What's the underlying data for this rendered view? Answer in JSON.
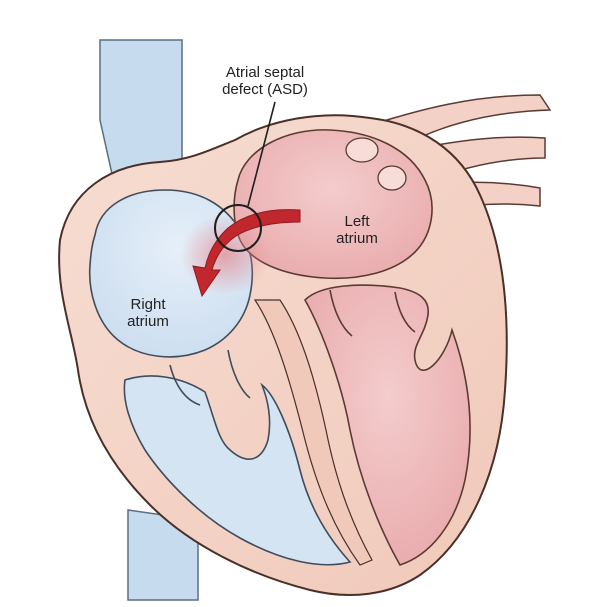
{
  "diagram": {
    "labels": {
      "asd": {
        "line1": "Atrial septal",
        "line2": "defect (ASD)"
      },
      "left_atrium": {
        "line1": "Left",
        "line2": "atrium"
      },
      "right_atrium": {
        "line1": "Right",
        "line2": "atrium"
      }
    },
    "colors": {
      "tissue": "#f4d3c6",
      "tissue_outline": "#5a3b34",
      "vessel_blue": "#c6dcee",
      "right_chamber": "#d5e4f3",
      "left_chamber": "#ecb3b4",
      "left_chamber_light": "#f2c6c6",
      "shunt_arrow": "#c0282d",
      "background": "#ffffff"
    }
  }
}
